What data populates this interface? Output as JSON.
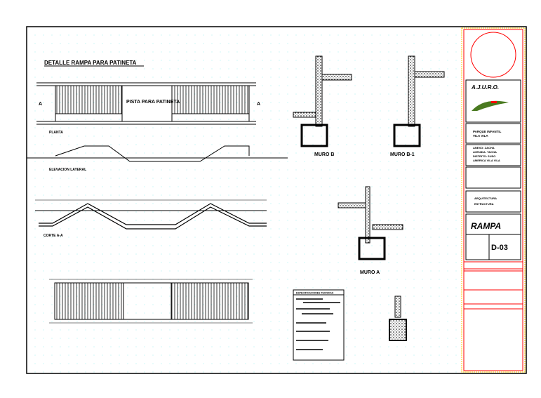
{
  "sheet": {
    "main_title": "DETALLE RAMPA PARA PATINETA",
    "track_label": "PISTA PARA PATINETA",
    "plan_label": "PLANTA",
    "elevation_label": "ELEVACION LATERAL",
    "section_label": "CORTE A-A",
    "section_mark": "A",
    "wall_b": "MURO B",
    "wall_b1": "MURO B-1",
    "wall_a": "MURO A",
    "specs_title": "ESPECIFICACIONES TECNICAS"
  },
  "title_block": {
    "company": "A.J.U.R.O.",
    "project": [
      "PARQUE INFANTIL",
      "VILA VILA"
    ],
    "location": [
      "ANEXO: ZACHA",
      "AVENIDA: TACNA",
      "DISTRITO: SUSO",
      "AMERICA VILA VILA"
    ],
    "specialty": [
      "ARQUITECTURA",
      "ESTRUCTURA"
    ],
    "sheet_name": "RAMPA",
    "sheet_number": "D-03"
  },
  "colors": {
    "border": "#000000",
    "frame_red": "#ff0000",
    "frame_yellow": "#ffcc00",
    "grid_dot": "#aef0f0"
  }
}
